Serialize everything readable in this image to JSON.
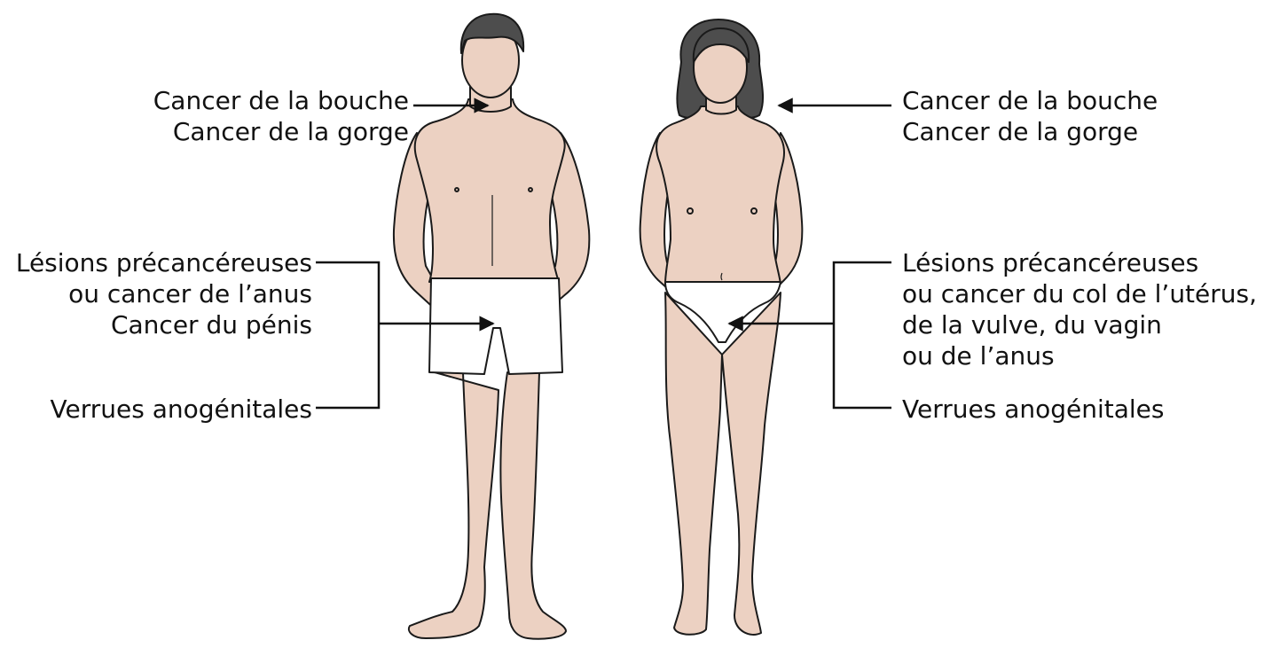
{
  "labels": {
    "left": {
      "mouth_throat": [
        "Cancer de la bouche",
        "Cancer de la gorge"
      ],
      "lesions": [
        "Lésions précancéreuses",
        "ou cancer de l’anus",
        "Cancer du pénis"
      ],
      "warts": "Verrues anogénitales"
    },
    "right": {
      "mouth_throat": [
        "Cancer de la bouche",
        "Cancer de la gorge"
      ],
      "lesions": [
        "Lésions précancéreuses",
        "ou cancer du col de l’utérus,",
        "de la vulve, du vagin",
        "ou de l’anus"
      ],
      "warts": "Verrues anogénitales"
    }
  },
  "colors": {
    "skin": "#ecd1c2",
    "hair": "#4d4d4d",
    "underwear": "#ffffff",
    "line": "#1a1a1a"
  }
}
